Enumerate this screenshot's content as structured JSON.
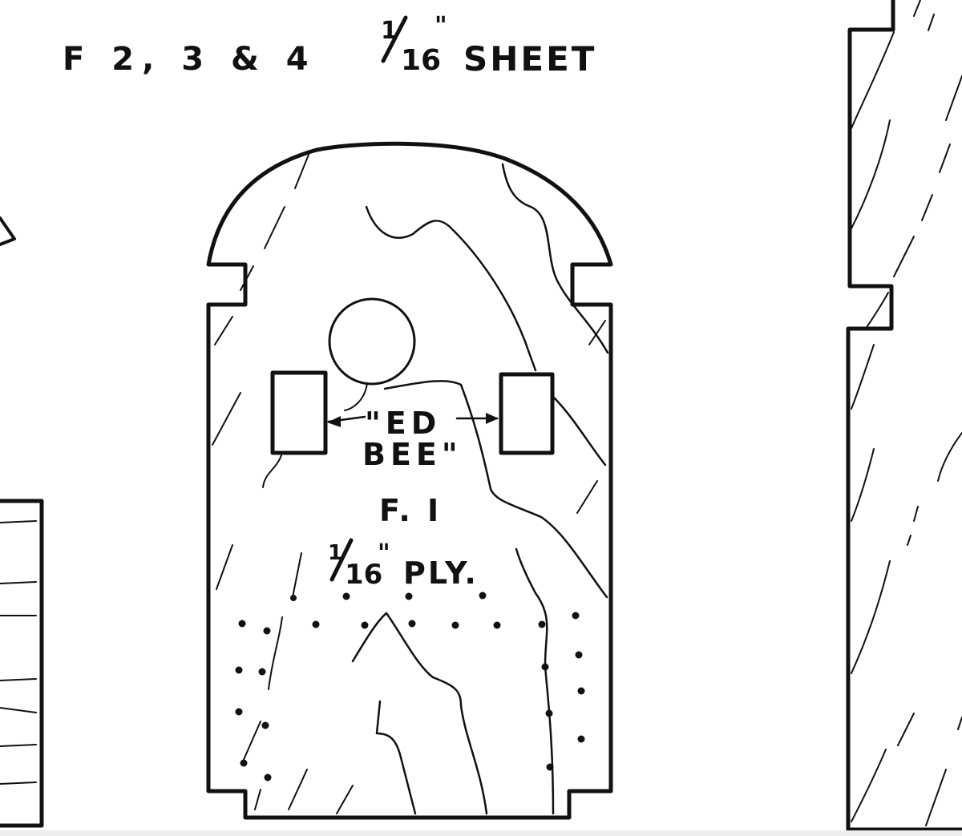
{
  "sheet_label": {
    "formers": "F 2, 3 & 4",
    "fraction_num": "1",
    "fraction_den": "16",
    "inch_mark": "\"",
    "material": "SHEET"
  },
  "former_f1": {
    "name_line1": "\"ED",
    "name_line2": "BEE\"",
    "part_id": "F. I",
    "fraction_num": "1",
    "fraction_den": "16",
    "inch_mark": "\"",
    "material": "PLY."
  },
  "colors": {
    "ink": "#111111",
    "paper": "#ffffff"
  }
}
